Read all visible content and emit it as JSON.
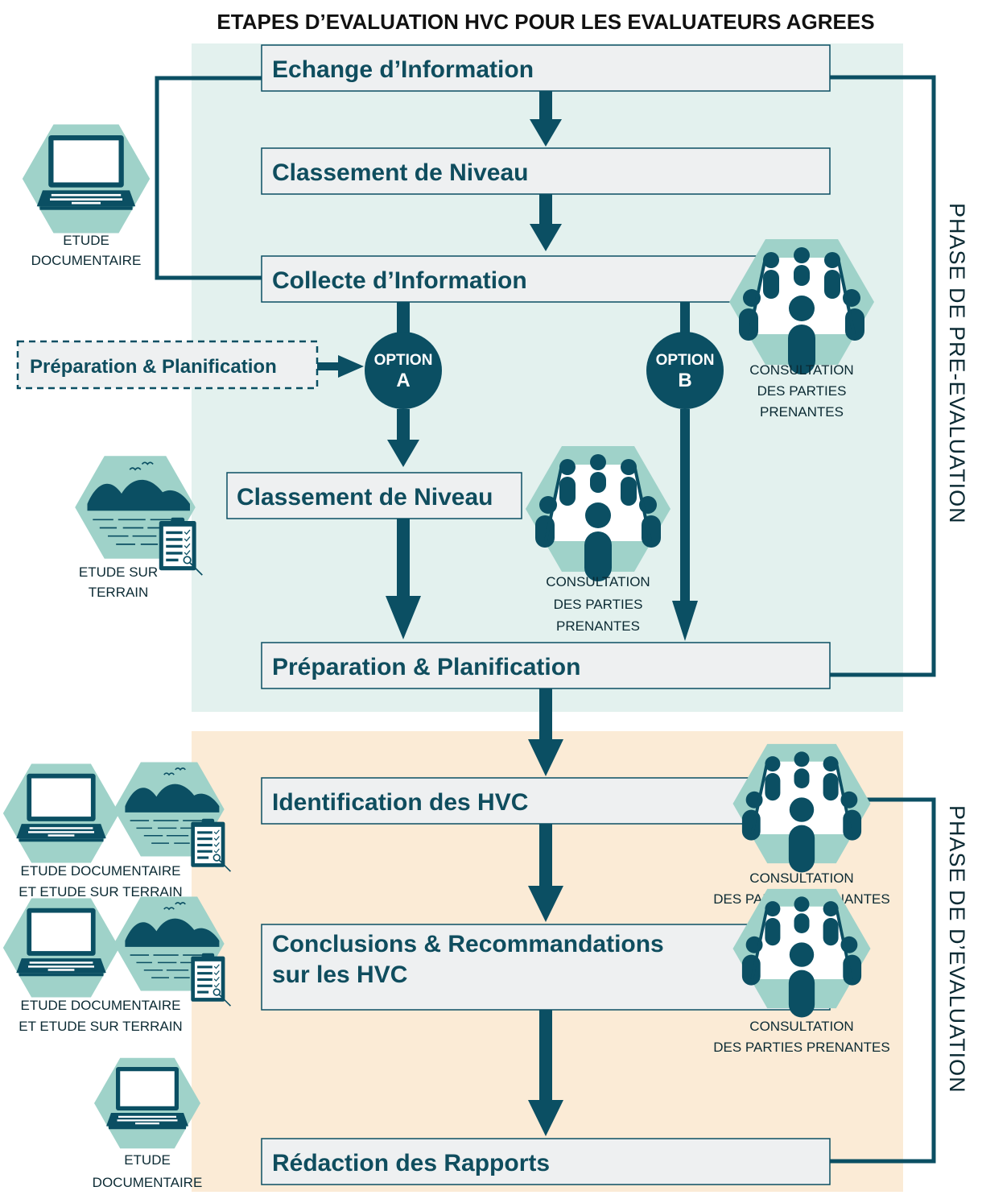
{
  "title": "ETAPES D’EVALUATION HVC POUR LES EVALUATEURS AGREES",
  "phases": {
    "pre": "PHASE DE PRE-EVALUATION",
    "eval": "PHASE DE D’EVALUATION"
  },
  "steps": {
    "echange": "Echange d’Information",
    "classement_1": "Classement de Niveau",
    "collecte": "Collecte d’Information",
    "preparation_dashed": "Préparation & Planification",
    "classement_2": "Classement de Niveau",
    "preparation": "Préparation & Planification",
    "identification": "Identification des HVC",
    "conclusions_line1": "Conclusions & Recommandations",
    "conclusions_line2": "sur les HVC",
    "redaction": "Rédaction des Rapports"
  },
  "options": {
    "a_label": "OPTION",
    "a_letter": "A",
    "b_label": "OPTION",
    "b_letter": "B"
  },
  "icon_labels": {
    "etude_doc_1": "ETUDE",
    "etude_doc_2": "DOCUMENTAIRE",
    "terrain_1": "ETUDE SUR",
    "terrain_2": "TERRAIN",
    "consult_a_1": "CONSULTATION",
    "consult_a_2": "DES PARTIES",
    "consult_a_3": "PRENANTES",
    "consult_b_1": "CONSULTATION",
    "consult_b_2": "DES PARTIES",
    "consult_b_3": "PRENANTES",
    "combo1_1": "ETUDE DOCUMENTAIRE",
    "combo1_2": "ET ETUDE SUR TERRAIN",
    "combo2_1": "ETUDE DOCUMENTAIRE",
    "combo2_2": "ET ETUDE SUR TERRAIN",
    "consult_c_1": "CONSULTATION",
    "consult_c_2": "DES PARTIES PRENANTES",
    "consult_d_1": "CONSULTATION",
    "consult_d_2": "DES PARTIES PRENANTES",
    "etude_doc_3a": "ETUDE",
    "etude_doc_3b": "DOCUMENTAIRE"
  },
  "colors": {
    "pre_phase_bg": "#e3f1ee",
    "eval_phase_bg": "#fbebd6",
    "dark_teal": "#0b4f63",
    "light_teal": "#9fd2c9",
    "box_fill": "#eef0f1"
  }
}
